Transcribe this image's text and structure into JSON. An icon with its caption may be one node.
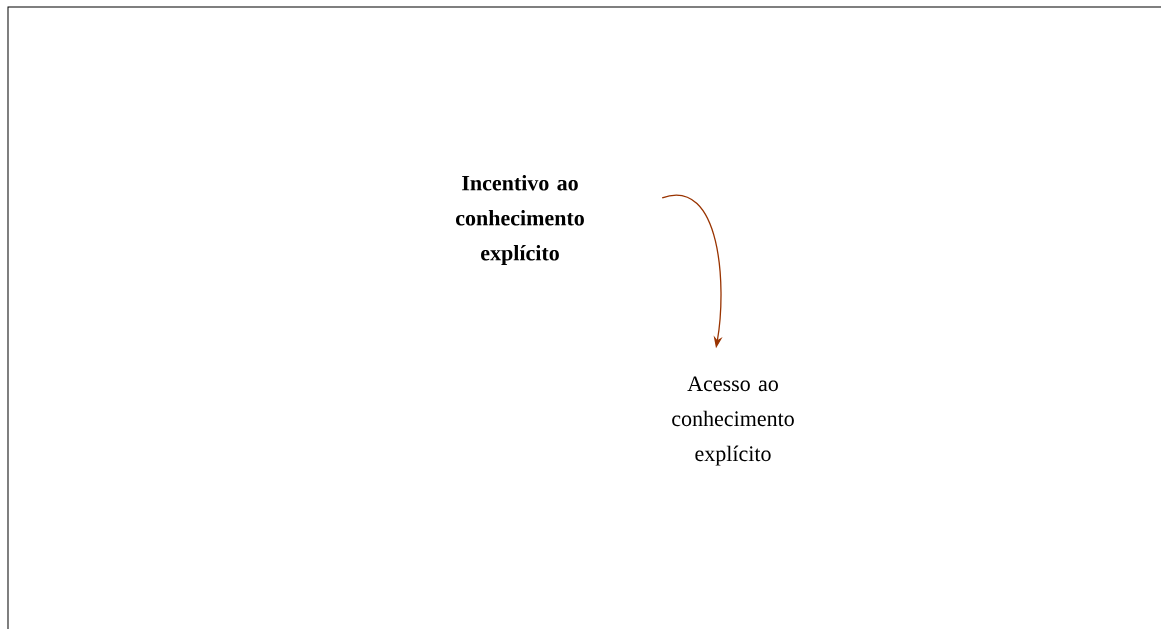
{
  "diagram": {
    "nodes": [
      {
        "text": [
          "Incentivo ao conhecimento explícito"
        ]
      },
      {
        "text": [
          "Acesso ao conhecimento explícito"
        ]
      }
    ],
    "edges": [
      {
        "from": 0,
        "to": 1,
        "arrow": "to",
        "color": "#993300"
      }
    ]
  }
}
